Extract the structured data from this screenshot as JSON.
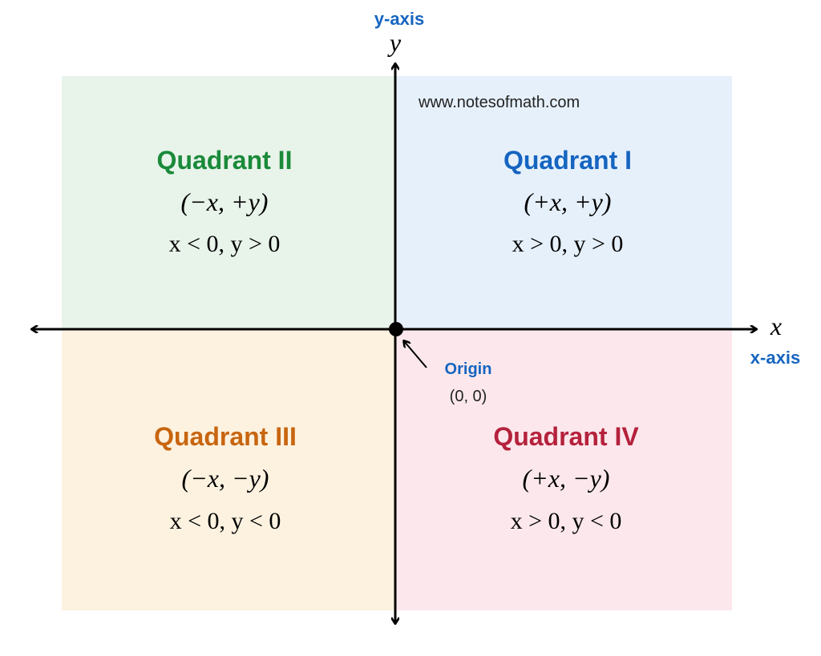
{
  "watermark": "www.notesofmath.com",
  "axes": {
    "y_axis_label": "y-axis",
    "y_symbol": "y",
    "x_axis_label": "x-axis",
    "x_symbol": "x",
    "label_color": "#1565c0"
  },
  "origin": {
    "label": "Origin",
    "coords": "(0, 0)"
  },
  "quadrants": [
    {
      "id": "I",
      "title": "Quadrant I",
      "signs": "(+x, +y)",
      "condition": "x > 0, y > 0",
      "color": "#1565c0",
      "background": "#e6f0fb"
    },
    {
      "id": "II",
      "title": "Quadrant II",
      "signs": "(−x, +y)",
      "condition": "x < 0, y > 0",
      "color": "#1a8a3a",
      "background": "#e8f3ea"
    },
    {
      "id": "III",
      "title": "Quadrant III",
      "signs": "(−x, −y)",
      "condition": "x < 0, y < 0",
      "color": "#c8650f",
      "background": "#fdf2e0"
    },
    {
      "id": "IV",
      "title": "Quadrant IV",
      "signs": "(+x, −y)",
      "condition": "x > 0, y < 0",
      "color": "#b5213c",
      "background": "#fce8ec"
    }
  ]
}
